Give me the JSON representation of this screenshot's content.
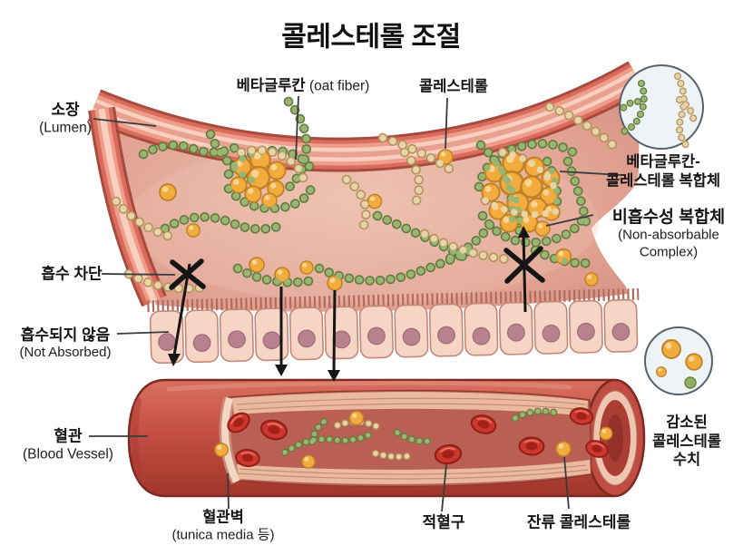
{
  "title": "콜레스테롤 조절",
  "labels": {
    "lumen_ko": "소장",
    "lumen_en": "(Lumen)",
    "beta_glucan_ko": "베타글루칸",
    "beta_glucan_en": "(oat fiber)",
    "cholesterol": "콜레스테롤",
    "bg_complex_line1": "베타글루칸-",
    "bg_complex_line2": "콜레스테롤 복합체",
    "nonabsorbable_ko": "비흡수성 복합체",
    "nonabsorbable_en1": "(Non-absorbable",
    "nonabsorbable_en2": "Complex)",
    "absorption_block": "흡수 차단",
    "not_absorbed_ko": "흡수되지 않음",
    "not_absorbed_en": "(Not Absorbed)",
    "blood_vessel_ko": "혈관",
    "blood_vessel_en": "(Blood Vessel)",
    "vessel_wall_ko": "혈관벽",
    "vessel_wall_en": "(tunica media 등)",
    "red_blood_cell": "적혈구",
    "residual_cholesterol": "잔류 콜레스테롤",
    "reduced_line1": "감소된",
    "reduced_line2": "콜레스테롤",
    "reduced_line3": "수치"
  },
  "colors": {
    "background": "#ffffff",
    "intestine_wall": "#e0796a",
    "lumen": "#e2a493",
    "epithelial_cell": "#f6d5c5",
    "cell_nucleus": "#b8818e",
    "vessel_red": "#c14c42",
    "red_blood_cell": "#cd372d",
    "cholesterol_orange": "#f2ac3e",
    "beta_glucan_green": "#9bb46f",
    "oat_fiber_tan": "#e8d4a8",
    "annotation": "#1a1a1a"
  }
}
